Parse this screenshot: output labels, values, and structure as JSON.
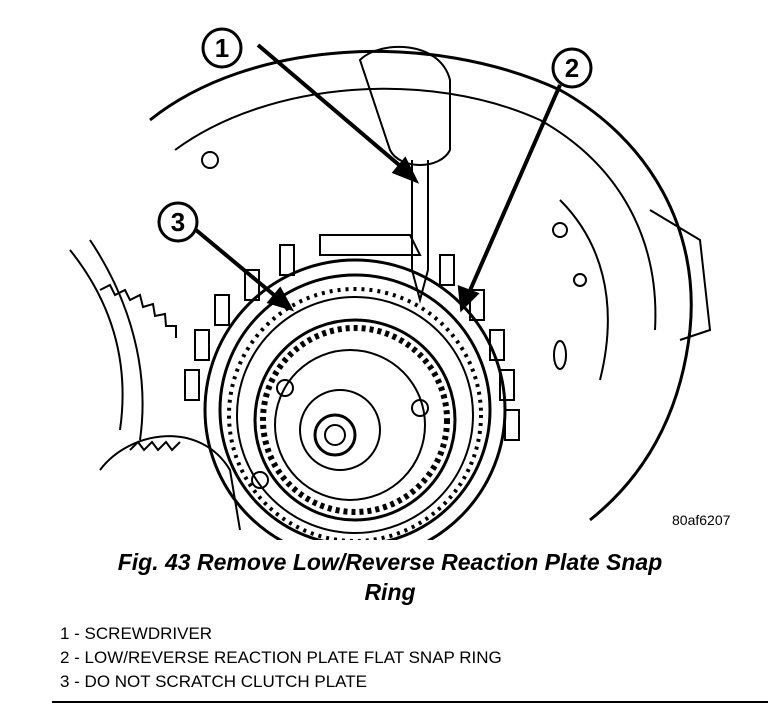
{
  "figure": {
    "callouts": [
      "1",
      "2",
      "3"
    ],
    "image_id": "80af6207"
  },
  "caption": {
    "line1": "Fig. 43 Remove Low/Reverse Reaction Plate Snap",
    "line2": "Ring"
  },
  "legend": {
    "items": [
      "1 - SCREWDRIVER",
      "2 - LOW/REVERSE REACTION PLATE FLAT SNAP RING",
      "3 - DO NOT SCRATCH CLUTCH PLATE"
    ]
  }
}
